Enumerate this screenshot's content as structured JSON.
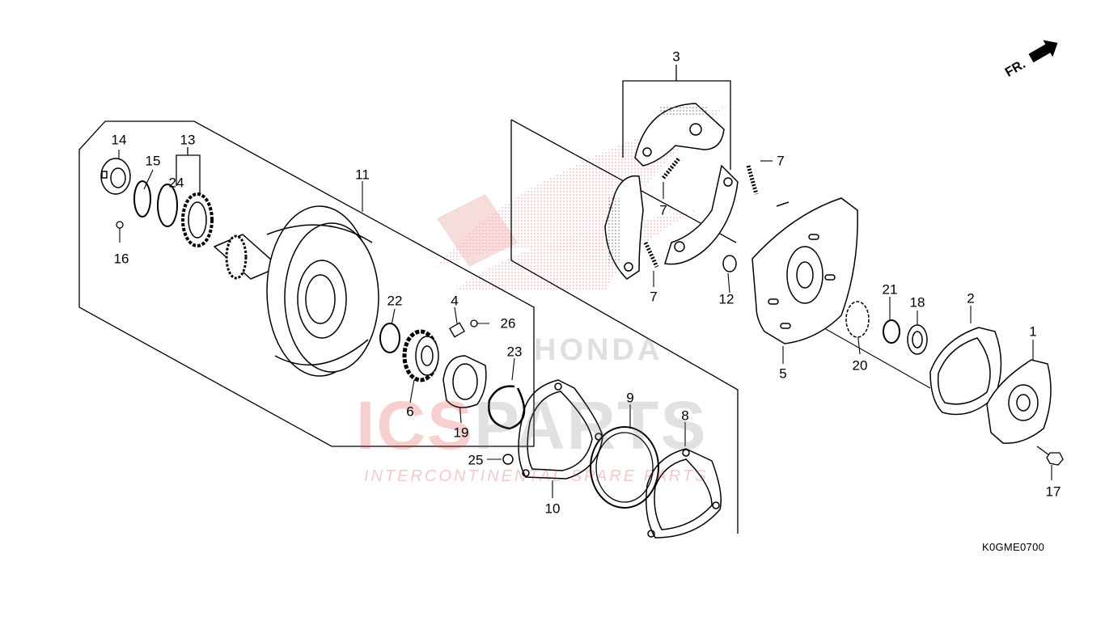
{
  "diagram": {
    "code": "K0GME0700",
    "direction_label": "FR.",
    "watermark": {
      "brand_red": "ICS",
      "brand_grey": "PARTS",
      "tagline": "INTERCONTINENTAL SPARE PARTS",
      "logo_text": "HONDA"
    },
    "callouts": [
      {
        "id": "c1",
        "text": "1"
      },
      {
        "id": "c2",
        "text": "2"
      },
      {
        "id": "c3",
        "text": "3"
      },
      {
        "id": "c4",
        "text": "4"
      },
      {
        "id": "c5",
        "text": "5"
      },
      {
        "id": "c6",
        "text": "6"
      },
      {
        "id": "c7a",
        "text": "7"
      },
      {
        "id": "c7b",
        "text": "7"
      },
      {
        "id": "c7c",
        "text": "7"
      },
      {
        "id": "c8",
        "text": "8"
      },
      {
        "id": "c9",
        "text": "9"
      },
      {
        "id": "c10",
        "text": "10"
      },
      {
        "id": "c11",
        "text": "11"
      },
      {
        "id": "c12",
        "text": "12"
      },
      {
        "id": "c13",
        "text": "13"
      },
      {
        "id": "c14",
        "text": "14"
      },
      {
        "id": "c15",
        "text": "15"
      },
      {
        "id": "c16",
        "text": "16"
      },
      {
        "id": "c17",
        "text": "17"
      },
      {
        "id": "c18",
        "text": "18"
      },
      {
        "id": "c19",
        "text": "19"
      },
      {
        "id": "c20",
        "text": "20"
      },
      {
        "id": "c21",
        "text": "21"
      },
      {
        "id": "c22",
        "text": "22"
      },
      {
        "id": "c23",
        "text": "23"
      },
      {
        "id": "c24",
        "text": "24"
      },
      {
        "id": "c25",
        "text": "25"
      },
      {
        "id": "c26",
        "text": "26"
      }
    ]
  }
}
